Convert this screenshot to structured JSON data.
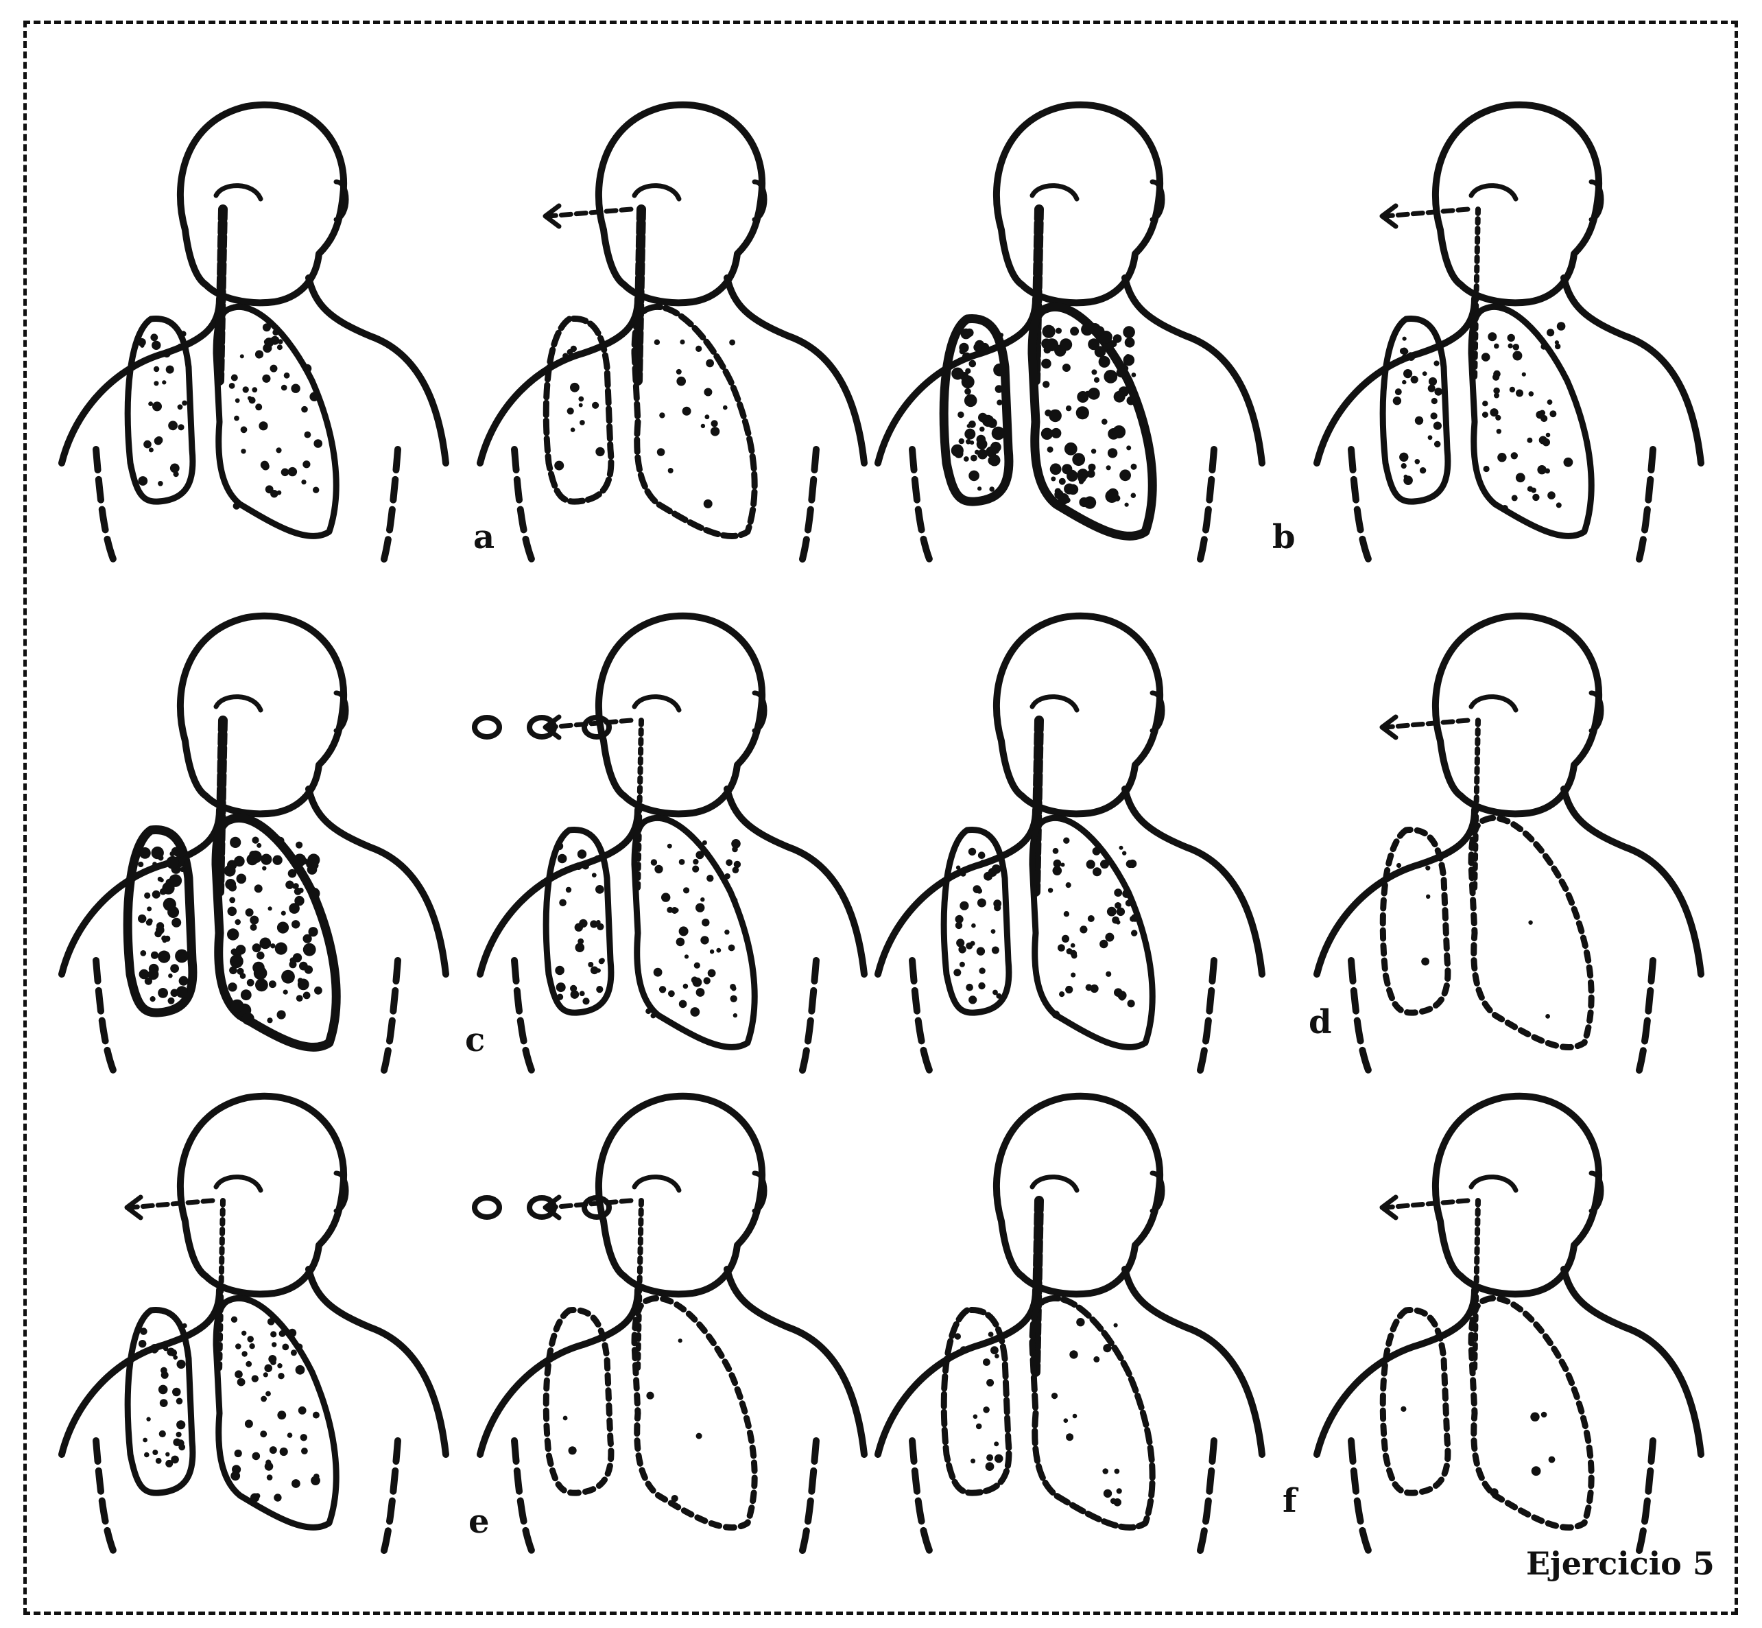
{
  "figure": {
    "caption": "Ejercicio 5",
    "rows": [
      {
        "letter_right": "a",
        "letter_right2": "b",
        "panels": [
          {
            "exhale": false,
            "lung_fill": "full",
            "trachea": "dark",
            "puffs": 0
          },
          {
            "exhale": true,
            "lung_fill": "light",
            "trachea": "dark",
            "puffs": 0
          },
          {
            "exhale": false,
            "lung_fill": "dark",
            "trachea": "dark",
            "puffs": 0
          },
          {
            "exhale": true,
            "lung_fill": "medium",
            "trachea": "light",
            "puffs": 0
          }
        ]
      },
      {
        "letter_right": "c",
        "letter_right2": "d",
        "panels": [
          {
            "exhale": false,
            "lung_fill": "dark",
            "trachea": "dark",
            "puffs": 0
          },
          {
            "exhale": true,
            "lung_fill": "medium",
            "trachea": "light",
            "puffs": 3
          },
          {
            "exhale": false,
            "lung_fill": "medium",
            "trachea": "dark",
            "puffs": 0
          },
          {
            "exhale": true,
            "lung_fill": "empty",
            "trachea": "light",
            "puffs": 0
          }
        ]
      },
      {
        "letter_right": "e",
        "letter_right2": "f",
        "panels": [
          {
            "exhale": true,
            "lung_fill": "medium",
            "trachea": "light",
            "puffs": 0
          },
          {
            "exhale": true,
            "lung_fill": "empty",
            "trachea": "light",
            "puffs": 3
          },
          {
            "exhale": false,
            "lung_fill": "light",
            "trachea": "dark",
            "puffs": 0
          },
          {
            "exhale": true,
            "lung_fill": "empty",
            "trachea": "light",
            "puffs": 0
          }
        ]
      }
    ],
    "colors": {
      "ink": "#111111",
      "paper": "#ffffff"
    }
  }
}
